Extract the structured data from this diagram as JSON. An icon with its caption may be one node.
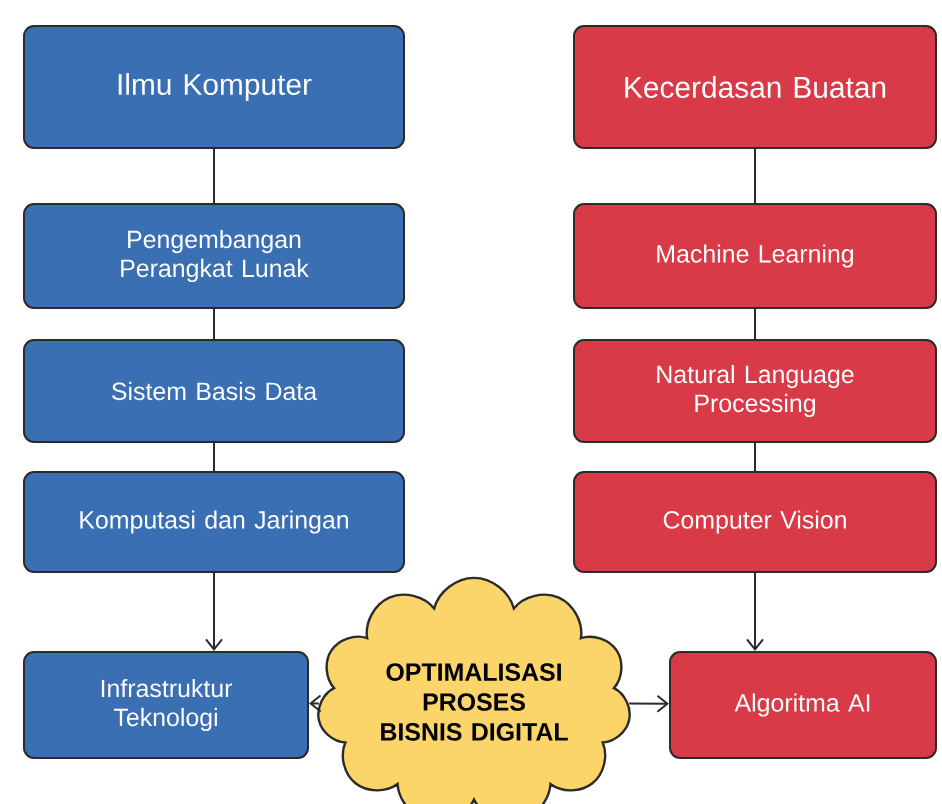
{
  "diagram": {
    "nodes": [
      {
        "text": [
          "Ilmu Komputer"
        ]
      },
      {
        "text": [
          "Pengembangan Perangkat Lunak"
        ]
      },
      {
        "text": [
          "Sistem Basis Data"
        ]
      },
      {
        "text": [
          "Komputasi dan Jaringan"
        ]
      },
      {
        "text": [
          "Infrastruktur Teknologi"
        ]
      },
      {
        "text": [
          "OPTIMALISASI PROSES BISNIS DIGITAL"
        ]
      },
      {
        "text": [
          "Kecerdasan Buatan"
        ]
      },
      {
        "text": [
          "Machine Learning"
        ]
      },
      {
        "text": [
          "Natural Language Processing"
        ]
      },
      {
        "text": [
          "Computer Vision"
        ]
      },
      {
        "text": [
          "Algoritma AI"
        ]
      }
    ],
    "edges": [
      {
        "from": 0,
        "to": 1,
        "arrow": "none"
      },
      {
        "from": 1,
        "to": 2,
        "arrow": "none"
      },
      {
        "from": 2,
        "to": 3,
        "arrow": "none"
      },
      {
        "from": 3,
        "to": 4,
        "arrow": "to"
      },
      {
        "from": 6,
        "to": 7,
        "arrow": "none"
      },
      {
        "from": 7,
        "to": 8,
        "arrow": "none"
      },
      {
        "from": 8,
        "to": 9,
        "arrow": "none"
      },
      {
        "from": 9,
        "to": 10,
        "arrow": "to"
      },
      {
        "from": 5,
        "to": 4,
        "arrow": "to"
      },
      {
        "from": 5,
        "to": 10,
        "arrow": "to"
      }
    ]
  }
}
